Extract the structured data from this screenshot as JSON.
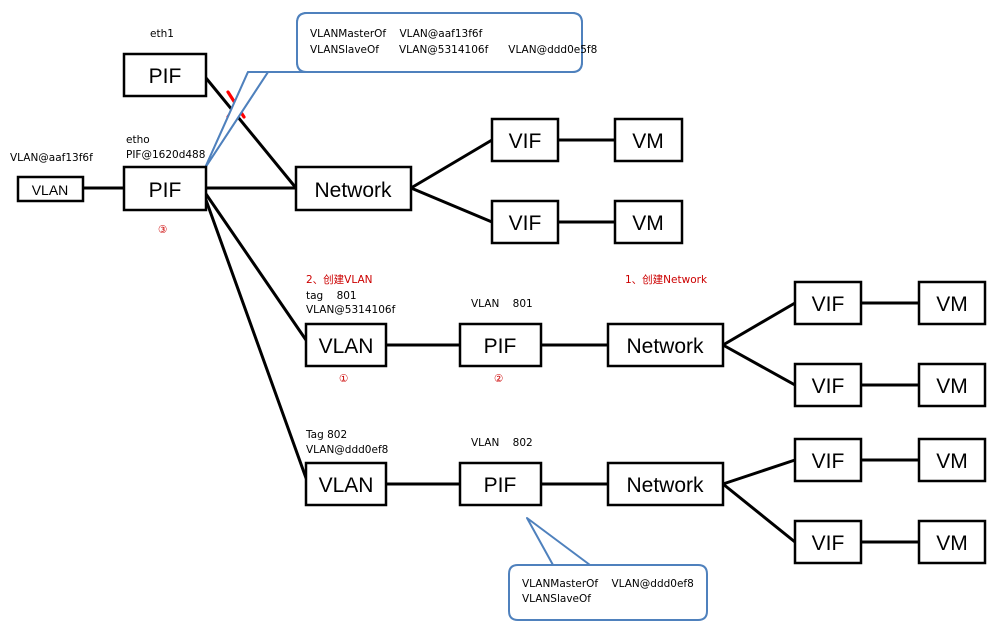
{
  "boxes": {
    "pif_eth1": "PIF",
    "pif_main": "PIF",
    "vlan_left": "VLAN",
    "network_top": "Network",
    "vif_top_1": "VIF",
    "vm_top_1": "VM",
    "vif_top_2": "VIF",
    "vm_top_2": "VM",
    "vlan_801": "VLAN",
    "pif_801": "PIF",
    "network_801": "Network",
    "vif_801_1": "VIF",
    "vm_801_1": "VM",
    "vif_801_2": "VIF",
    "vm_801_2": "VM",
    "vlan_802": "VLAN",
    "pif_802": "PIF",
    "network_802": "Network",
    "vif_802_1": "VIF",
    "vm_802_1": "VM",
    "vif_802_2": "VIF",
    "vm_802_2": "VM"
  },
  "labels": {
    "eth1": "eth1",
    "etho": "etho",
    "pif_id": "PIF@1620d488",
    "vlan_left_id": "VLAN@aaf13f6f",
    "step3": "③",
    "step2_text": "2、创建VLAN",
    "tag801": "tag    801",
    "vlan801_id": "VLAN@5314106f",
    "step1_marker": "①",
    "pif801_label": "VLAN    801",
    "step2_marker": "②",
    "step1_text": "1、创建Network",
    "tag802": "Tag 802",
    "vlan802_id": "VLAN@ddd0ef8",
    "pif802_label": "VLAN    802"
  },
  "callout_top": {
    "line1": "VLANMasterOf    VLAN@aaf13f6f",
    "line2": "VLANSlaveOf      VLAN@5314106f      VLAN@ddd0e5f8"
  },
  "callout_bottom": {
    "line1": "VLANMasterOf    VLAN@ddd0ef8",
    "line2": "VLANSlaveOf"
  },
  "colors": {
    "annotation_red": "#cc0000",
    "cross_red": "#ff0000",
    "callout_border": "#4f81bd"
  }
}
